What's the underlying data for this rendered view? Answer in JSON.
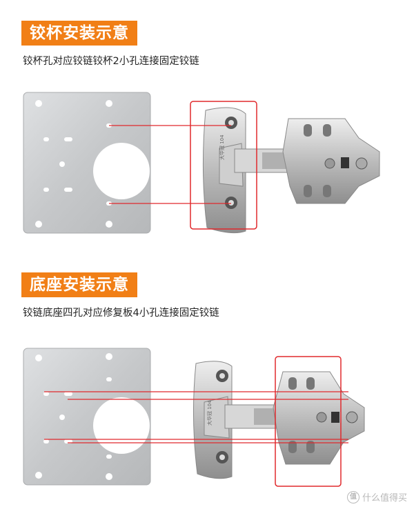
{
  "section1": {
    "title": "铰杯安装示意",
    "description": "铰杯孔对应铰链铰杯2小孔连接固定铰链"
  },
  "section2": {
    "title": "底座安装示意",
    "description": "铰链底座四孔对应修复板4小孔连接固定铰链"
  },
  "hinge_stamp": "大华冠 104",
  "watermark": {
    "icon": "值",
    "text": "什么值得买"
  },
  "colors": {
    "badge": "#f17f16",
    "highlight": "#e0282c",
    "plate": "#c9cbcd"
  }
}
